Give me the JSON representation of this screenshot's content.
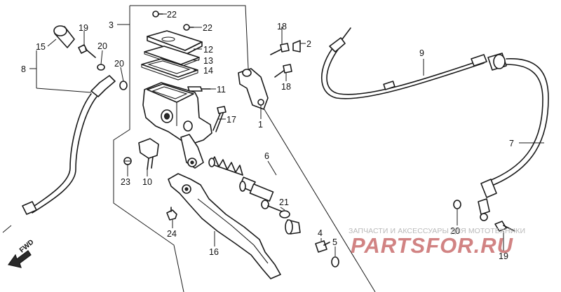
{
  "labels": {
    "p1": "1",
    "p2": "2",
    "p3": "3",
    "p4": "4",
    "p5": "5",
    "p6": "6",
    "p7": "7",
    "p8": "8",
    "p9": "9",
    "p10": "10",
    "p11": "11",
    "p12": "12",
    "p13": "13",
    "p14": "14",
    "p15": "15",
    "p16": "16",
    "p17": "17",
    "p18a": "18",
    "p18b": "18",
    "p19a": "19",
    "p19b": "19",
    "p20a": "20",
    "p20b": "20",
    "p20c": "20",
    "p21": "21",
    "p22a": "22",
    "p22b": "22",
    "p23": "23",
    "p24": "24"
  },
  "fwd_label": "FWD",
  "watermark": {
    "caption": "ЗАПЧАСТИ И АКСЕССУАРЫ ДЛЯ МОТОТЕХНИКИ",
    "brand": "PARTSFOR.RU"
  },
  "colors": {
    "line": "#1a1a1a",
    "watermark_brand": "#c25a5a",
    "watermark_caption": "#b9b9b9"
  }
}
